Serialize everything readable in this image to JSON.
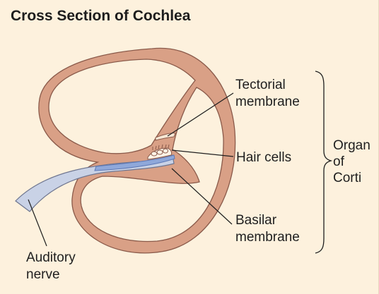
{
  "title": "Cross Section of Cochlea",
  "labels": {
    "tectorial": [
      "Tectorial",
      "membrane"
    ],
    "hair_cells": "Hair cells",
    "basilar": [
      "Basilar",
      "membrane"
    ],
    "organ": [
      "Organ",
      "of",
      "Corti"
    ],
    "auditory": [
      "Auditory",
      "nerve"
    ]
  },
  "colors": {
    "background": "#fdf1dd",
    "tissue": "#d9a086",
    "tissue_outline": "#8a5a4a",
    "nerve": "#c9d2e6",
    "basilar_blue": "#8fa8da"
  }
}
